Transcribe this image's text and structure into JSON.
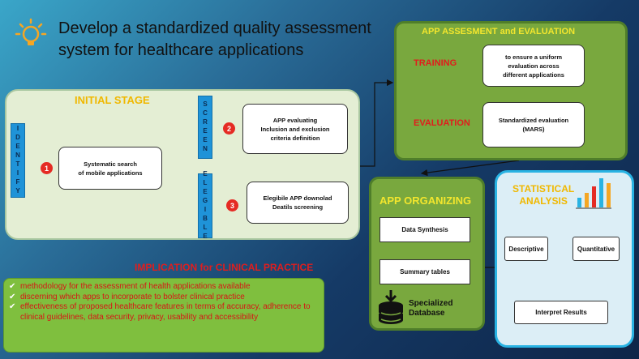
{
  "title": "Develop a standardized quality assessment system for healthcare applications",
  "icons": {
    "bulb": "lightbulb-icon",
    "database": "database-download-icon",
    "chart": "bar-chart-icon"
  },
  "colors": {
    "accent_yellow": "#f0b800",
    "red": "#e11d1d",
    "green": "#79a83e",
    "blue": "#1f93d8"
  },
  "initial_stage": {
    "title": "INITIAL STAGE",
    "identify": {
      "label": "IDENTIFY",
      "number": "1",
      "box": "Systematic search\nof mobile applications"
    },
    "screen": {
      "label": "SCREEN",
      "number": "2",
      "box": "APP evaluating\nInclusion and exclusion\ncriteria definition"
    },
    "eligible": {
      "label": "ELEGIBLE",
      "number": "3",
      "box": "Elegibile APP downolad\nDeatils screening"
    }
  },
  "assessment": {
    "title": "APP ASSESMENT and EVALUATION",
    "training": {
      "label": "TRAINING",
      "box": "to ensure a uniform\nevaluation across\ndifferent applications"
    },
    "evaluation": {
      "label": "EVALUATION",
      "box": "Standardized evaluation\n(MARS)"
    }
  },
  "organizing": {
    "title": "APP ORGANIZING",
    "data_synthesis": "Data Synthesis",
    "summary_tables": "Summary tables",
    "database_label": "Specialized\nDatabase"
  },
  "statistical": {
    "title": "STATISTICAL\nANALYSIS",
    "descriptive": "Descriptive",
    "quantitative": "Quantitative",
    "interpret": "Interpret Results"
  },
  "implication": {
    "title": "IMPLICATION for CLINICAL PRACTICE",
    "items": [
      "methodology for the assessment of health applications available",
      "discerning which apps to incorporate to bolster clinical practice",
      "effectiveness of proposed healthcare features in terms of accuracy, adherence to clinical guidelines, data security, privacy, usability and accessibility"
    ]
  }
}
